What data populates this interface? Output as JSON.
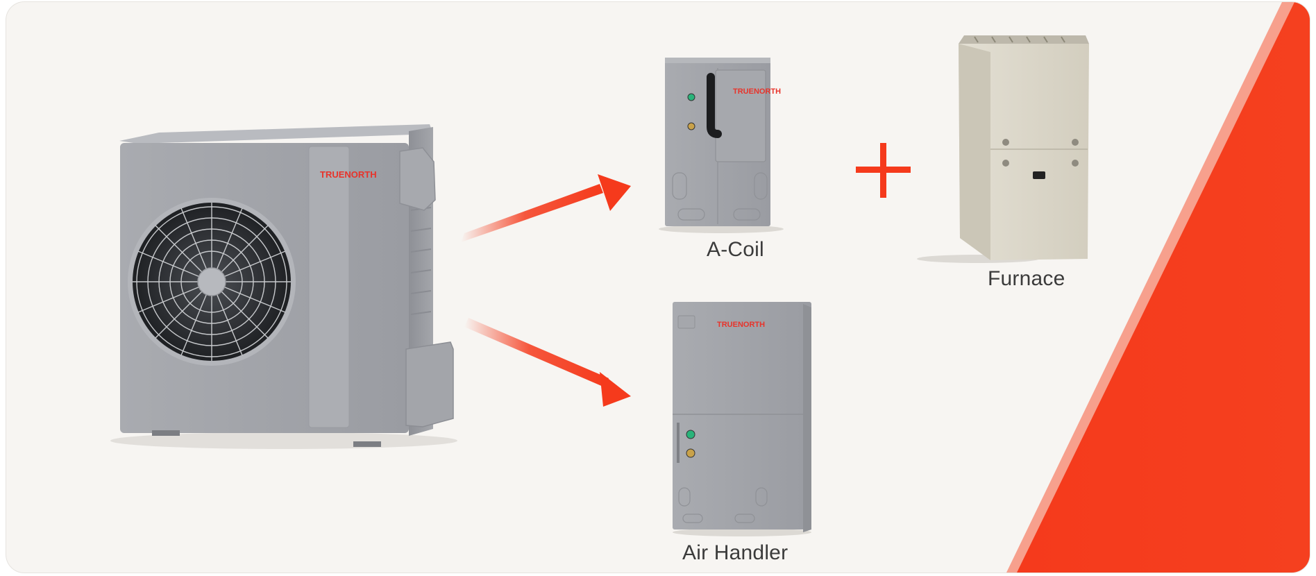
{
  "brand": {
    "name": "TRUENORTH",
    "color": "#e8332a"
  },
  "colors": {
    "accent": "#f53a1c",
    "background": "#f7f5f2",
    "unit_gray": "#9ea0a6",
    "furnace_beige": "#ddd8cb"
  },
  "products": {
    "heat_pump": {
      "brand_label": "TRUENORTH"
    },
    "a_coil": {
      "label": "A-Coil",
      "brand_label": "TRUENORTH"
    },
    "furnace": {
      "label": "Furnace"
    },
    "air_handler": {
      "label": "Air Handler",
      "brand_label": "TRUENORTH"
    }
  },
  "connectors": {
    "plus_symbol": "+"
  }
}
